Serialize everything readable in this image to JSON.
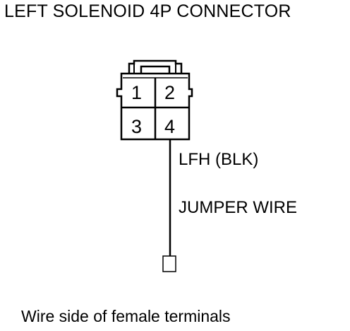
{
  "title": "LEFT SOLENOID 4P CONNECTOR",
  "pins": [
    "1",
    "2",
    "3",
    "4"
  ],
  "wire_label": "LFH (BLK)",
  "jumper_label": "JUMPER WIRE",
  "caption": "Wire side of female terminals",
  "colors": {
    "line": "#000000",
    "background": "#ffffff"
  }
}
